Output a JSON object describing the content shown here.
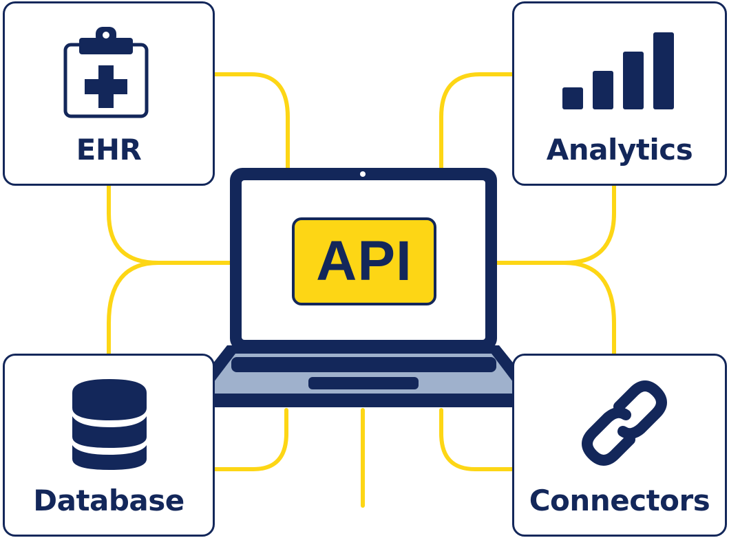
{
  "center": {
    "label": "API"
  },
  "nodes": [
    {
      "id": "ehr",
      "label": "EHR",
      "icon": "clipboard-medical-icon"
    },
    {
      "id": "analytics",
      "label": "Analytics",
      "icon": "bar-chart-icon"
    },
    {
      "id": "database",
      "label": "Database",
      "icon": "database-icon"
    },
    {
      "id": "connectors",
      "label": "Connectors",
      "icon": "chain-link-icon"
    }
  ],
  "colors": {
    "navy": "#13275a",
    "yellow": "#fdd615",
    "keyboard": "#9fb1cc",
    "white": "#ffffff"
  }
}
